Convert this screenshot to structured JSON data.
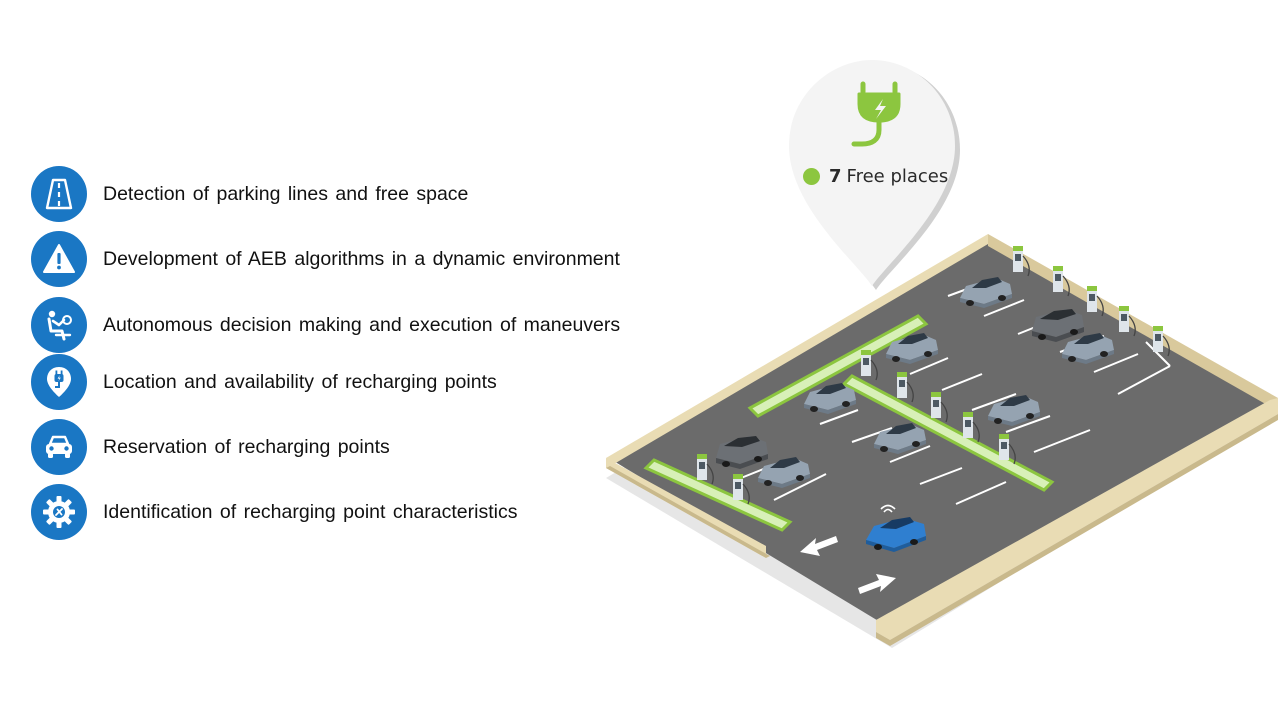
{
  "features": [
    {
      "icon": "road-icon",
      "label": "Detection of parking lines and free space"
    },
    {
      "icon": "warning-icon",
      "label": "Development of AEB algorithms in a dynamic environment"
    },
    {
      "icon": "driver-seat-icon",
      "label": "Autonomous  decision making and execution of maneuvers"
    },
    {
      "icon": "charging-location-icon",
      "label": "Location and availability of recharging points"
    },
    {
      "icon": "car-icon",
      "label": "Reservation of recharging points"
    },
    {
      "icon": "gear-icon",
      "label": "Identification of recharging point characteristics"
    }
  ],
  "pin": {
    "icon": "charging-plug-icon",
    "count": "7",
    "label": "Free places",
    "status_color": "#8cc63f"
  },
  "colors": {
    "accent": "#1a77c4",
    "charger_green": "#8cc63f",
    "asphalt": "#6b6b6b",
    "wall": "#e9dcb4"
  }
}
